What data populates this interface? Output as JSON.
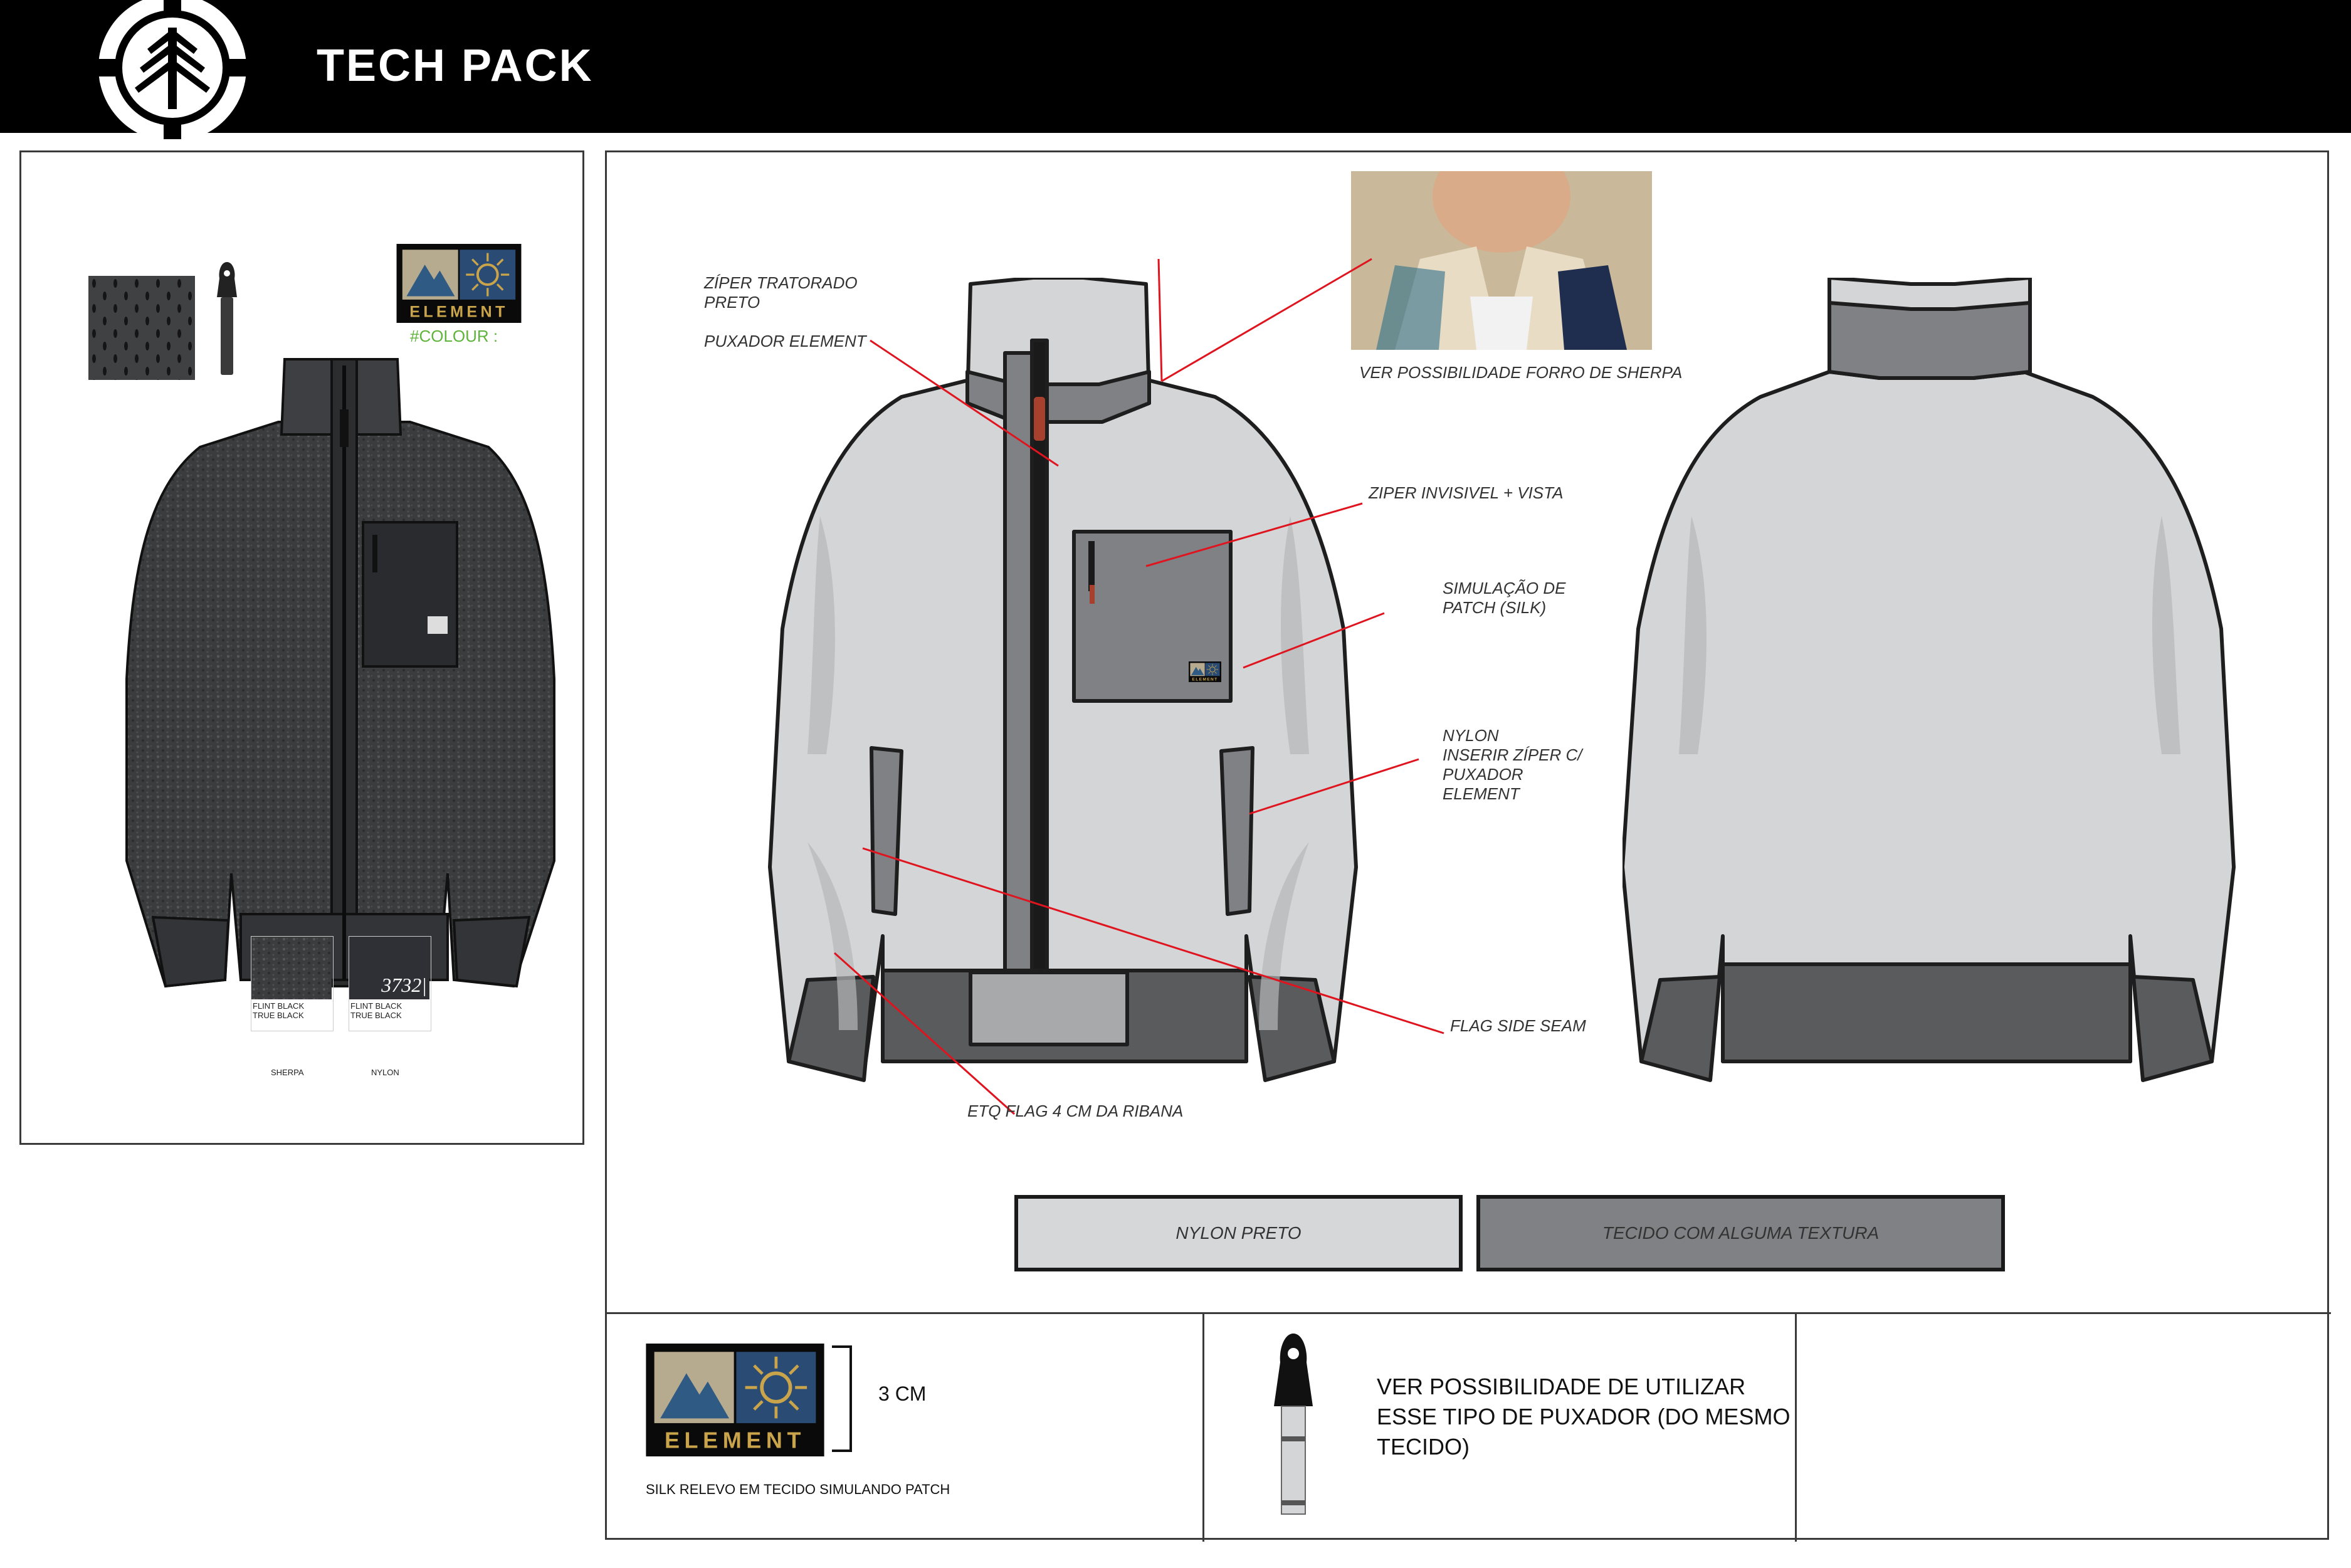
{
  "header": {
    "title": "TECH PACK",
    "brand_logo": "element-tree-logo"
  },
  "left_panel": {
    "colour_label": "#COLOUR :",
    "swatches": [
      {
        "color_text": "FLINT BLACK\nTRUE BLACK",
        "caption": "SHERPA",
        "code": ""
      },
      {
        "color_text": "FLINT BLACK\nTRUE BLACK",
        "caption": "NYLON",
        "code": "3732|"
      }
    ]
  },
  "callouts": {
    "ziper_tratorado": "ZÍPER TRATORADO\nPRETO",
    "puxador_element": "PUXADOR ELEMENT",
    "forro_sherpa": "VER POSSIBILIDADE FORRO DE SHERPA",
    "ziper_invisivel": "ZIPER INVISIVEL + VISTA",
    "simulacao_patch": "SIMULAÇÃO DE\nPATCH (SILK)",
    "nylon_inserir": "NYLON\nINSERIR ZÍPER C/\nPUXADOR\nELEMENT",
    "flag_side_seam": "FLAG SIDE SEAM",
    "etq_flag": "ETQ FLAG 4 CM DA RIBANA"
  },
  "legend": [
    {
      "label": "NYLON PRETO",
      "color": "#d6d7d8"
    },
    {
      "label": "TECIDO COM ALGUMA TEXTURA",
      "color": "#808184"
    }
  ],
  "bottom": {
    "patch_size": "3 CM",
    "patch_caption": "SILK RELEVO EM TECIDO SIMULANDO PATCH",
    "puller_note": "VER POSSIBILIDADE DE UTILIZAR\nESSE TIPO DE PUXADOR (DO MESMO\nTECIDO)"
  },
  "patch_logo_text": "ELEMENT",
  "colors": {
    "jacket_light": "#d4d5d6",
    "jacket_mid": "#808184",
    "jacket_dark": "#5a5b5d",
    "callout_line": "#e0141e",
    "header_bg": "#000000"
  }
}
